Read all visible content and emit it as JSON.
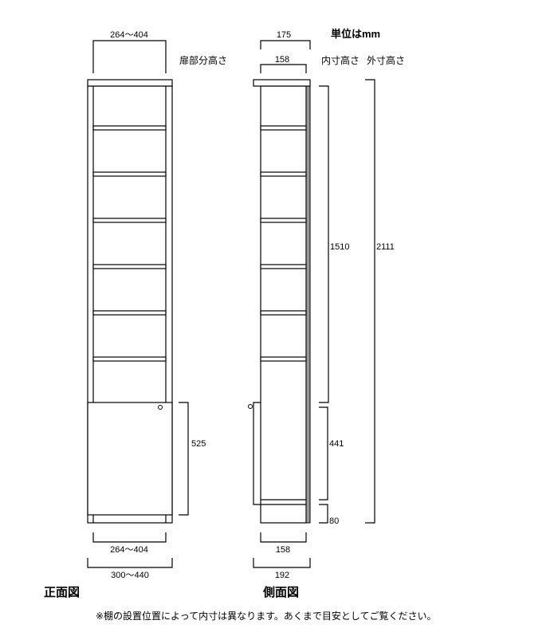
{
  "unit_note": "単位はmm",
  "front_view": {
    "title": "正面図",
    "top_width": "264〜404",
    "door_height_label": "扉部分高さ",
    "door_height": "525",
    "inner_width": "264〜404",
    "outer_width": "300〜440"
  },
  "side_view": {
    "title": "側面図",
    "top_depth": "175",
    "inner_top_depth": "158",
    "inner_height_label": "内寸高さ",
    "outer_height_label": "外寸高さ",
    "inner_height": "1510",
    "outer_height": "2111",
    "lower_inner_height": "441",
    "base_height": "80",
    "bottom_inner_depth": "158",
    "bottom_outer_depth": "192"
  },
  "footnote": "※棚の設置位置によって内寸は異なります。あくまで目安としてご覧ください。",
  "colors": {
    "line": "#000000",
    "back_panel": "#999999"
  }
}
